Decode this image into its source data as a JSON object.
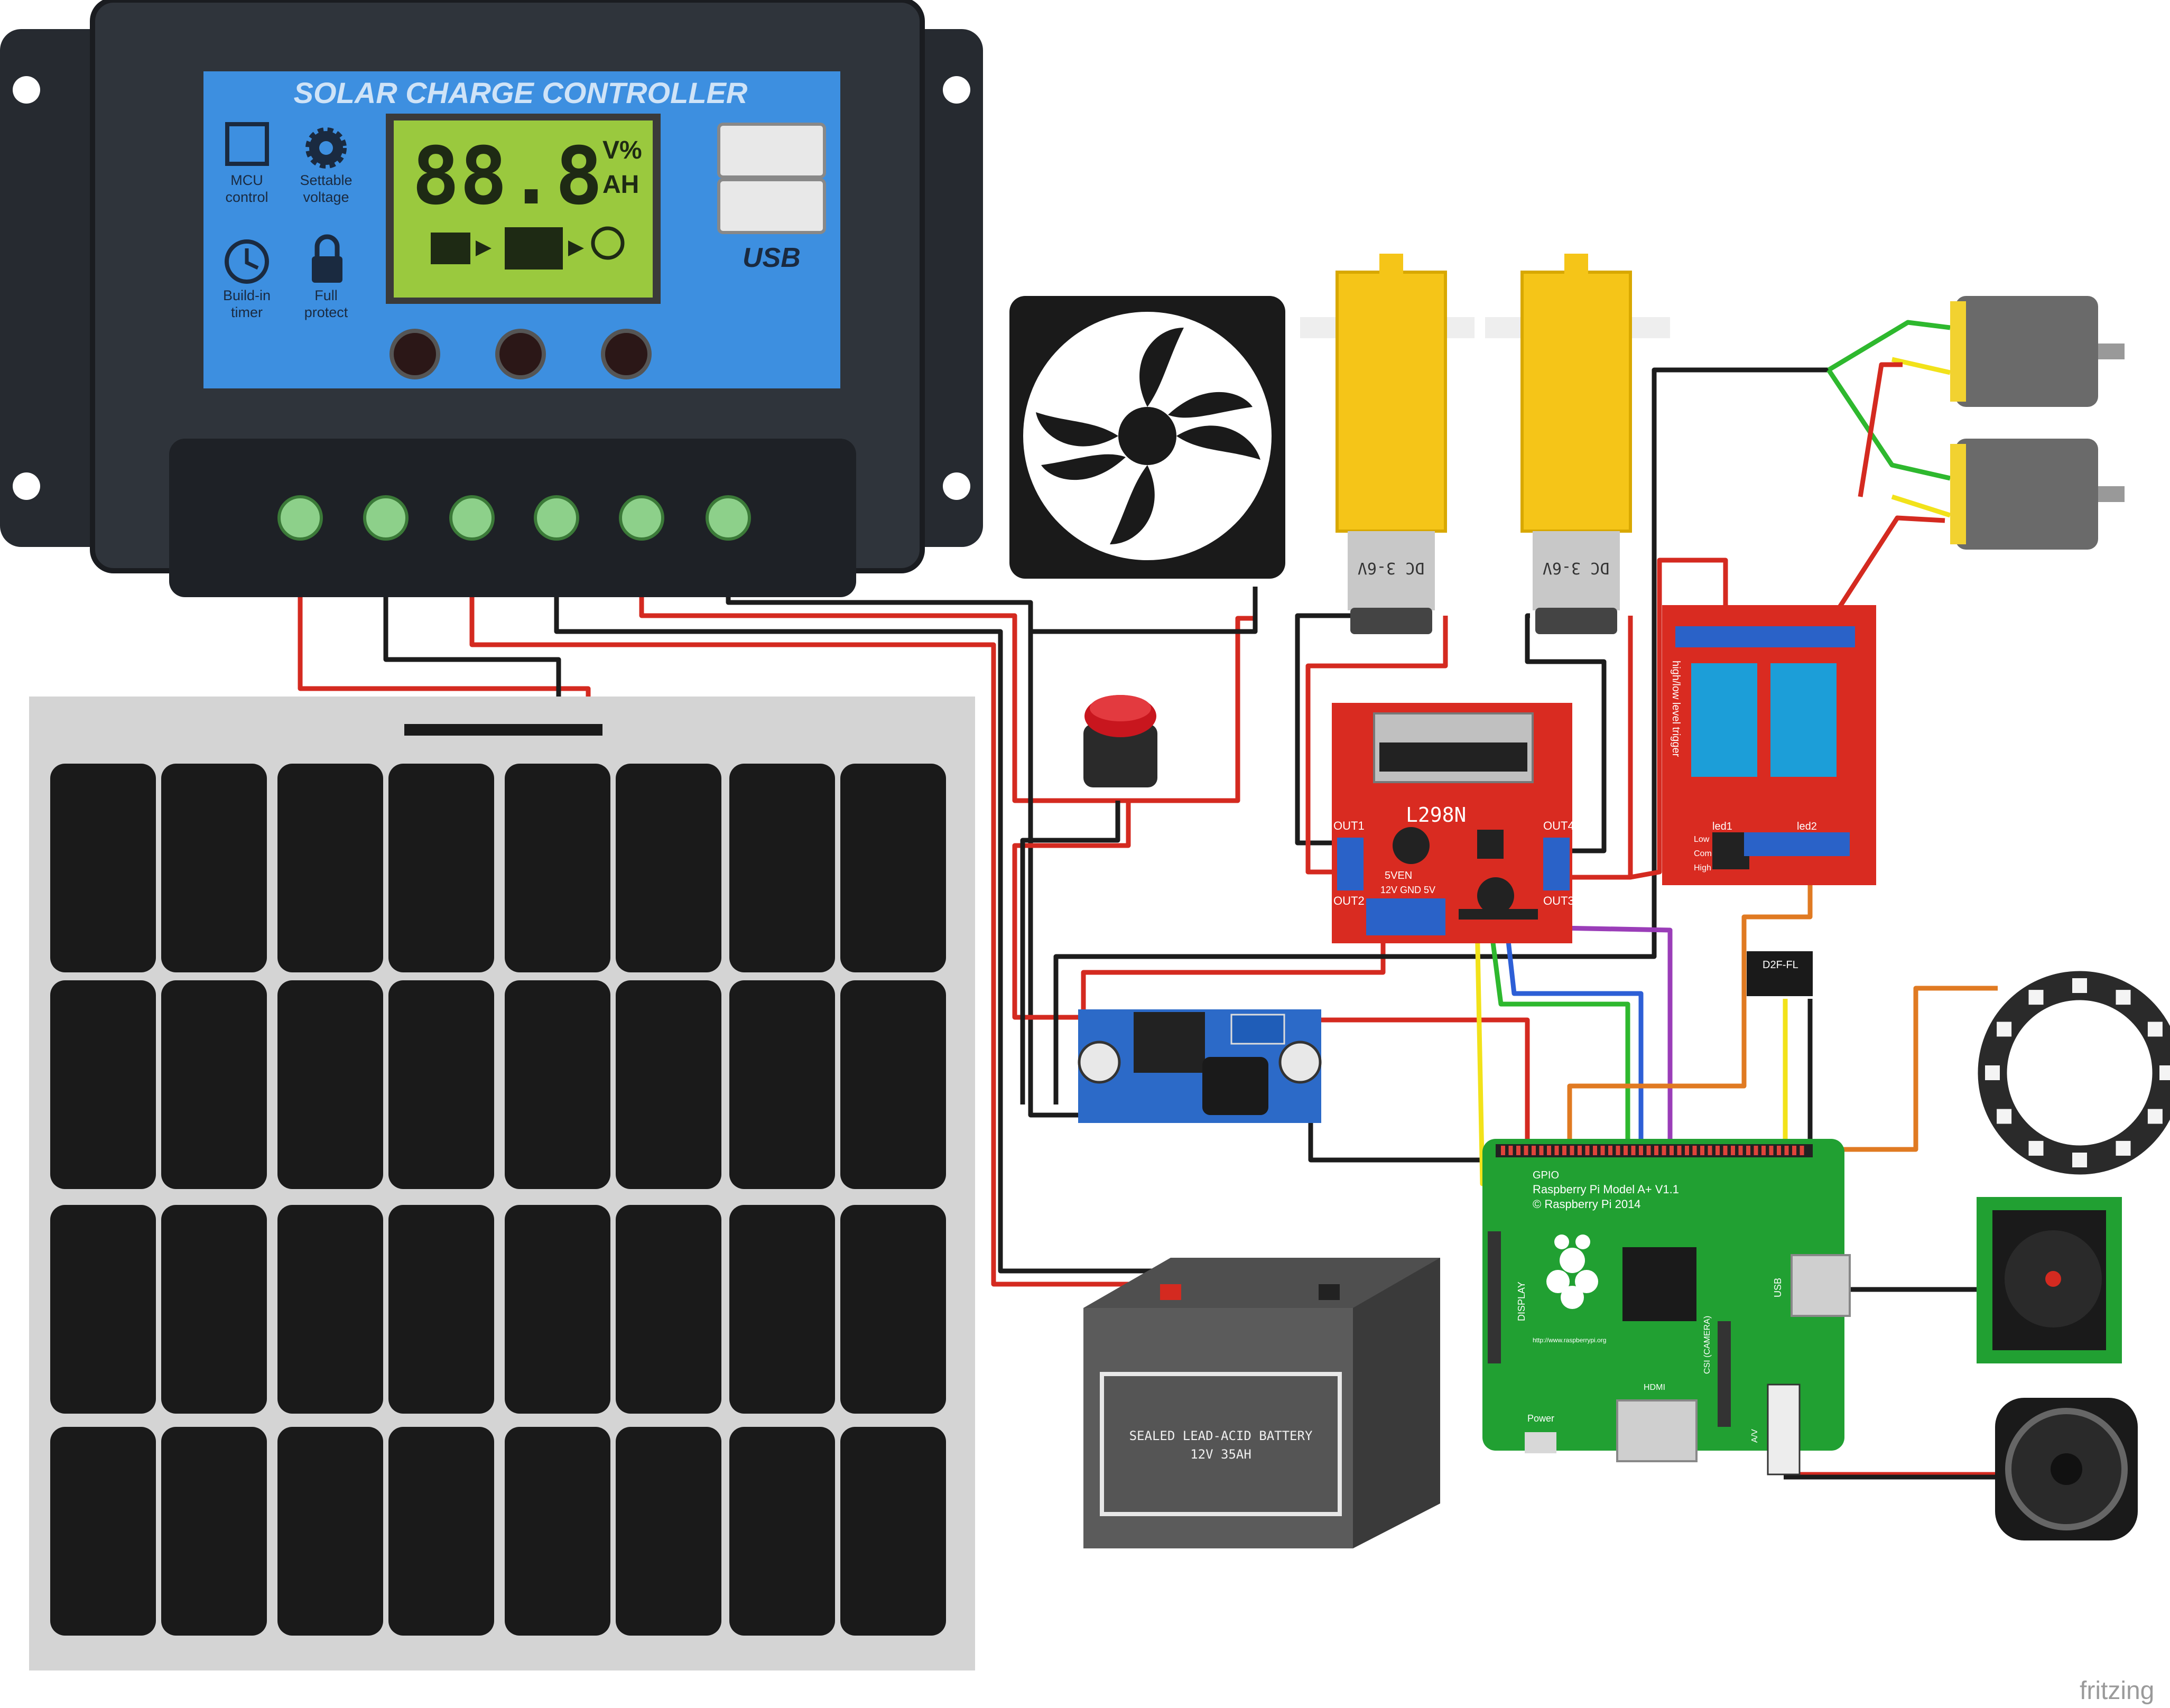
{
  "controller": {
    "title": "SOLAR CHARGE CONTROLLER",
    "lcd_value": "88.8",
    "lcd_unit_top": "V%",
    "lcd_unit_bottom": "AH",
    "usb_logo": "USB",
    "features": [
      {
        "icon": "chip-icon",
        "line1": "MCU",
        "line2": "control"
      },
      {
        "icon": "gear-icon",
        "line1": "Settable",
        "line2": "voltage"
      },
      {
        "icon": "clock-icon",
        "line1": "Build-in",
        "line2": "timer"
      },
      {
        "icon": "lock-icon",
        "line1": "Full",
        "line2": "protect"
      }
    ]
  },
  "motor_label": "DC 3-6V",
  "driver": {
    "chip": "L298N",
    "out1": "OUT1",
    "out2": "OUT2",
    "out3": "OUT3",
    "out4": "OUT4",
    "sven": "5VEN",
    "power_pins": "12V  GND  5V"
  },
  "relay": {
    "trigger_text": "high/low level trigger",
    "led1": "led1",
    "led2": "led2",
    "low": "Low",
    "com": "Com",
    "high": "High"
  },
  "limit_switch_label": "D2F-FL",
  "pi": {
    "gpio": "GPIO",
    "model": "Raspberry Pi Model A+ V1.1",
    "copyright": "© Raspberry Pi 2014",
    "display": "DISPLAY",
    "camera": "CSI (CAMERA)",
    "usb": "USB",
    "hdmi": "HDMI",
    "power": "Power",
    "av": "A/V",
    "url": "http://www.raspberrypi.org"
  },
  "battery": {
    "line1": "SEALED LEAD-ACID BATTERY",
    "line2": "12V 35AH"
  },
  "watermark": "fritzing",
  "colors": {
    "wire_red": "#d42a20",
    "wire_black": "#1c1c1c",
    "wire_green": "#2eb82e",
    "wire_yellow": "#f2e21a",
    "wire_blue": "#2d5fd6",
    "wire_purple": "#9a3db8",
    "wire_orange": "#e07a22",
    "controller_body": "#262a30",
    "controller_face": "#3d8fe0",
    "lcd": "#9ac93e",
    "l298n_board": "#d92b21",
    "relay_board": "#d92b21",
    "buck_board": "#2c6ac8",
    "pi_board": "#21a032",
    "motor_yellow": "#f5c518"
  }
}
